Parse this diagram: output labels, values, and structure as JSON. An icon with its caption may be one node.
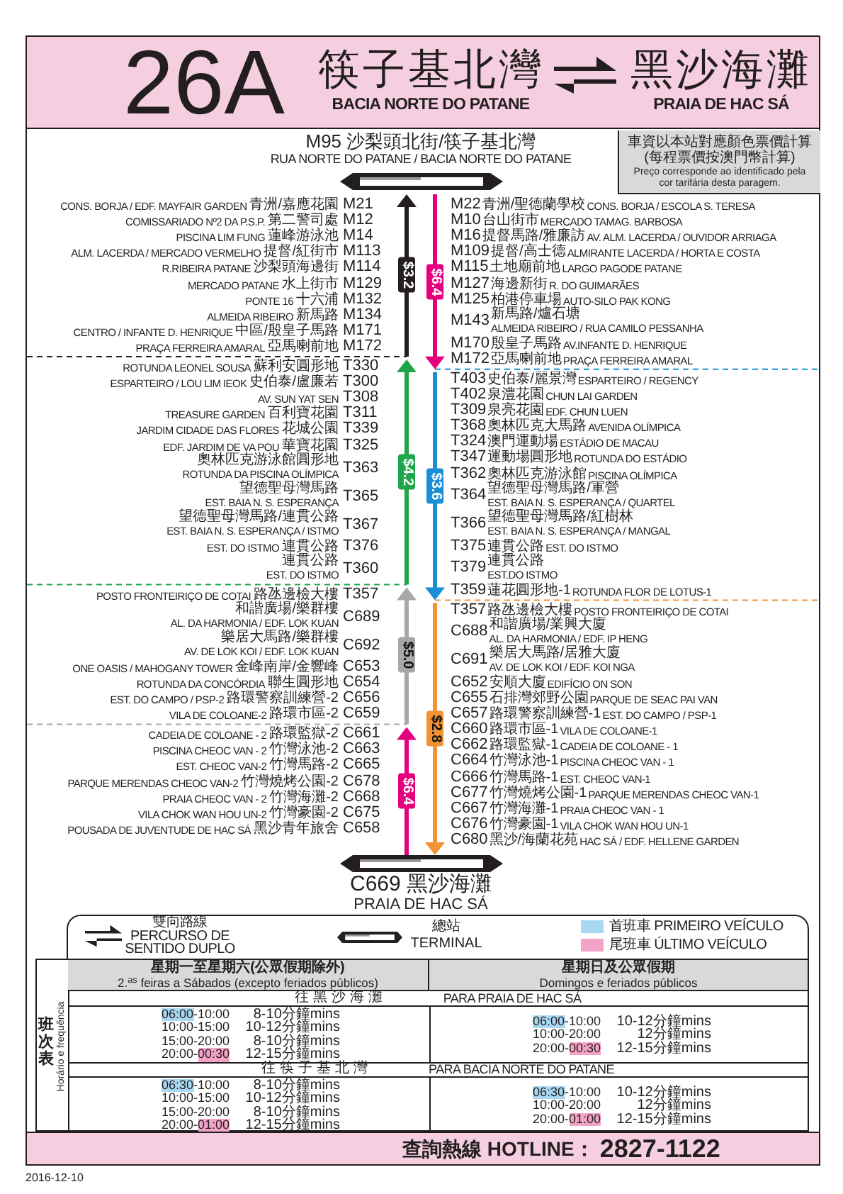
{
  "diagram": {
    "nodes": [
      {
        "text": [
          "26A",
          "筷子基北灣",
          "BACIA NORTE DO PATANE",
          "黑沙海灘",
          "PRAIA DE HAC SÁ"
        ]
      },
      {
        "text": [
          "M95 沙梨頭北街/筷子基北灣",
          "RUA NORTE DO PATANE / BACIA NORTE DO PATANE"
        ]
      },
      {
        "text": [
          "車資以本站對應顏色票價計算 (每程票價按澳門幣計算)",
          "Preço corresponde ao identificado pela cor tarifária desta paragem."
        ]
      },
      {
        "text": [
          "C669 黑沙海灘",
          "PRAIA DE HAC SÁ"
        ]
      },
      {
        "text": [
          "查詢熱線 HOTLINE：",
          "2827-1122"
        ]
      }
    ],
    "labels": [
      "CONS. BORJA / EDF. MAYFAIR GARDEN",
      "青洲/嘉應花園",
      "M21",
      "COMISSARIADO Nº2 DA P.S.P.",
      "第二警司處",
      "M12",
      "PISCINA LIM FUNG",
      "蓮峰游泳池",
      "M14",
      "ALM. LACERDA / MERCADO VERMELHO",
      "提督/紅街市",
      "M113",
      "R.RIBEIRA PATANE",
      "沙梨頭海邊街",
      "M114",
      "MERCADO PATANE",
      "水上街市",
      "M129",
      "PONTE 16",
      "十六浦",
      "M132",
      "ALMEIDA RIBEIRO",
      "新馬路",
      "M134",
      "CENTRO / INFANTE D. HENRIQUE",
      "中區/殷皇子馬路",
      "M171",
      "PRAÇA FERREIRA AMARAL",
      "亞馬喇前地",
      "M172",
      "ROTUNDA LEONEL SOUSA",
      "蘇利安圓形地",
      "T330",
      "ESPARTEIRO / LOU LIM IEOK",
      "史伯泰/盧廉若",
      "T300",
      "AV. SUN YAT SEN",
      "T308",
      "TREASURE GARDEN",
      "百利寶花園",
      "T311",
      "JARDIM CIDADE DAS FLORES",
      "花城公園",
      "T339",
      "EDF. JARDIM DE VA POU",
      "華寶花園",
      "T325",
      "奧林匹克游泳館圓形地",
      "ROTUNDA DA PISCINA OLÍMPICA",
      "T363",
      "望德聖母灣馬路",
      "EST. BAIA N. S. ESPERANÇA",
      "T365",
      "望德聖母灣馬路/連貫公路",
      "EST. BAIA N. S. ESPERANÇA / ISTMO",
      "T367",
      "EST. DO ISTMO",
      "連貫公路",
      "T376",
      "連貫公路",
      "EST. DO ISTMO",
      "T360",
      "POSTO FRONTEIRIÇO DE COTAI",
      "路氹邊檢大樓",
      "T357",
      "和諧廣場/樂群樓",
      "AL. DA HARMONIA / EDF. LOK KUAN",
      "C689",
      "樂居大馬路/樂群樓",
      "AV. DE LOK KOI / EDF. LOK KUAN",
      "C692",
      "ONE OASIS / MAHOGANY TOWER",
      "金峰南岸/金響峰",
      "C653",
      "ROTUNDA DA CONCÓRDIA",
      "聯生圓形地",
      "C654",
      "EST. DO CAMPO / PSP-2",
      "路環警察訓練營-2",
      "C656",
      "VILA DE COLOANE-2",
      "路環市區-2",
      "C659",
      "CADEIA DE COLOANE - 2",
      "路環監獄-2",
      "C661",
      "PISCINA CHEOC VAN - 2",
      "竹灣泳池-2",
      "C663",
      "EST. CHEOC VAN-2",
      "竹灣馬路-2",
      "C665",
      "PARQUE MERENDAS CHEOC VAN-2",
      "竹灣燒烤公園-2",
      "C678",
      "PRAIA CHEOC VAN - 2",
      "竹灣海灘-2",
      "C668",
      "VILA CHOK WAN HOU UN-2",
      "竹灣豪園-2",
      "C675",
      "POUSADA DE JUVENTUDE DE HAC SÁ",
      "黑沙青年旅舍",
      "C658",
      "M22",
      "青洲/聖德蘭學校",
      "CONS. BORJA / ESCOLA S. TERESA",
      "M10",
      "台山街市",
      "MERCADO TAMAG. BARBOSA",
      "M16",
      "提督馬路/雅廉訪",
      "AV. ALM. LACERDA / OUVIDOR ARRIAGA",
      "M109",
      "提督/高士德",
      "ALMIRANTE LACERDA / HORTA E COSTA",
      "M115",
      "土地廟前地",
      "LARGO PAGODE PATANE",
      "M127",
      "海邊新街",
      "R. DO GUIMARÃES",
      "M125",
      "柏港停車場",
      "AUTO-SILO PAK KONG",
      "M143",
      "新馬路/爐石塘",
      "ALMEIDA RIBEIRO / RUA CAMILO PESSANHA",
      "M170",
      "殷皇子馬路",
      "AV.INFANTE D. HENRIQUE",
      "M172",
      "亞馬喇前地",
      "PRAÇA FERREIRA AMARAL",
      "T403",
      "史伯泰/麗景灣",
      "ESPARTEIRO / REGENCY",
      "T402",
      "泉澧花園",
      "CHUN LAI GARDEN",
      "T309",
      "泉亮花園",
      "EDF. CHUN LUEN",
      "T368",
      "奧林匹克大馬路",
      "AVENIDA OLÍMPICA",
      "T324",
      "澳門運動場",
      "ESTÁDIO DE MACAU",
      "T347",
      "運動場圓形地",
      "ROTUNDA DO ESTÁDIO",
      "T362",
      "奧林匹克游泳館",
      "PISCINA OLÍMPICA",
      "T364",
      "望德聖母灣馬路/軍營",
      "EST. BAIA N. S. ESPERANÇA / QUARTEL",
      "T366",
      "望德聖母灣馬路/紅樹林",
      "EST. BAIA N. S. ESPERANÇA / MANGAL",
      "T375",
      "連貫公路",
      "EST. DO ISTMO",
      "T379",
      "連貫公路",
      "EST.DO ISTMO",
      "T359",
      "蓮花圓形地-1",
      "ROTUNDA FLOR DE LOTUS-1",
      "T357",
      "路氹邊檢大樓",
      "POSTO FRONTEIRIÇO DE COTAI",
      "C688",
      "和諧廣場/業興大廈",
      "AL. DA HARMONIA / EDF. IP HENG",
      "C691",
      "樂居大馬路/居雅大廈",
      "AV. DE LOK KOI / EDF. KOI NGA",
      "C652",
      "安順大廈",
      "EDIFÍCIO ON SON",
      "C655",
      "石排灣郊野公園",
      "PARQUE DE SEAC PAI VAN",
      "C657",
      "路環警察訓練營-1",
      "EST. DO CAMPO / PSP-1",
      "C660",
      "路環市區-1",
      "VILA DE COLOANE-1",
      "C662",
      "路環監獄-1",
      "CADEIA DE COLOANE - 1",
      "C664",
      "竹灣泳池-1",
      "PISCINA CHEOC VAN - 1",
      "C666",
      "竹灣馬路-1",
      "EST. CHEOC VAN-1",
      "C677",
      "竹灣燒烤公園-1",
      "PARQUE MERENDAS CHEOC VAN-1",
      "C667",
      "竹灣海灘-1",
      "PRAIA CHEOC VAN - 1",
      "C676",
      "竹灣豪園-1",
      "VILA CHOK WAN HOU UN-1",
      "C680",
      "黑沙/海蘭花苑",
      "HAC SÁ / EDF. HELLENE GARDEN",
      "$3.2",
      "$4.2",
      "$5.0",
      "$6.4",
      "$6.4",
      "$3.6",
      "$2.8",
      "班次表",
      "Horário e frequência",
      "星期一至星期六(公眾假期除外)",
      "2.$^{as}$ feiras a Sábados (excepto feriados públicos)",
      "星期日及公眾假期",
      "Domingos e feriados públicos",
      "往黑沙海灘",
      "PARA PRAIA DE HAC SÁ",
      "06:00",
      "-10:00",
      "8-10分鐘mins",
      "10:00-15:00",
      "10-12分鐘mins",
      "15:00-20:00",
      "8-10分鐘mins",
      "20:00-",
      "00:30",
      "12-15分鐘mins",
      "06:00",
      "-10:00",
      "10-12分鐘mins",
      "10:00-20:00",
      "12分鐘mins",
      "20:00-",
      "00:30",
      "12-15分鐘mins",
      "往筷子基北灣",
      "PARA BACIA NORTE DO PATANE",
      "06:30",
      "-10:00",
      "8-10分鐘mins",
      "10:00-15:00",
      "10-12分鐘mins",
      "15:00-20:00",
      "8-10分鐘mins",
      "20:00-",
      "01:00",
      "12-15分鐘mins",
      "06:30",
      "-10:00",
      "10-12分鐘mins",
      "10:00-20:00",
      "12分鐘mins",
      "20:00-",
      "01:00",
      "12-15分鐘mins",
      "2016-12-10"
    ],
    "legend": [
      {
        "text": "雙向路線 PERCURSO DE SENTIDO DUPLO"
      },
      {
        "text": "總站 TERMINAL"
      },
      {
        "text": "首班車 PRIMEIRO VEÍCULO",
        "color": "#a9d8f3"
      },
      {
        "text": "尾班車 ÚLTIMO VEÍCULO",
        "color": "#f4a3c8"
      }
    ]
  }
}
